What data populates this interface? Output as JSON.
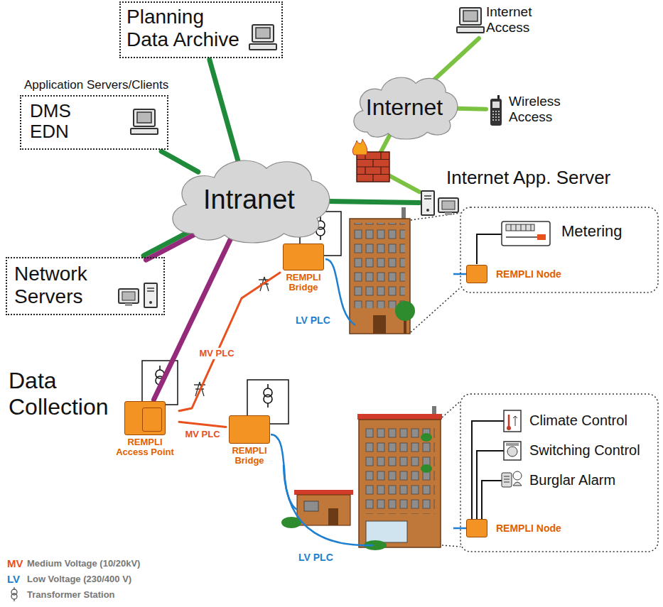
{
  "diagram": {
    "nodes": [
      {
        "text": [
          "Planning Data Archive"
        ]
      },
      {
        "text": [
          "Application Servers/Clients",
          "DMS EDN"
        ]
      },
      {
        "text": [
          "Intranet"
        ]
      },
      {
        "text": [
          "Internet"
        ]
      },
      {
        "text": [
          "Network Servers"
        ]
      },
      {
        "text": [
          "Internet Access"
        ]
      },
      {
        "text": [
          "Wireless Access"
        ]
      },
      {
        "text": [
          "Internet App. Server"
        ]
      },
      {
        "text": [
          "REMPLI Access Point"
        ]
      },
      {
        "text": [
          "REMPLI Bridge"
        ]
      },
      {
        "text": [
          "REMPLI Bridge"
        ]
      },
      {
        "text": [
          "REMPLI Node"
        ]
      },
      {
        "text": [
          "REMPLI Node"
        ]
      }
    ],
    "edges": [
      {
        "from": 0,
        "to": 2,
        "arrow": "none"
      },
      {
        "from": 1,
        "to": 2,
        "arrow": "none"
      },
      {
        "from": 4,
        "to": 2,
        "arrow": "none"
      },
      {
        "from": 2,
        "to": 7,
        "arrow": "none"
      },
      {
        "from": 7,
        "to": 3,
        "arrow": "none"
      },
      {
        "from": 3,
        "to": 5,
        "arrow": "none"
      },
      {
        "from": 3,
        "to": 6,
        "arrow": "none"
      },
      {
        "from": 2,
        "to": 8,
        "arrow": "none"
      },
      {
        "from": 8,
        "to": 9,
        "label": "MV PLC",
        "arrow": "none"
      },
      {
        "from": 8,
        "to": 10,
        "label": "MV PLC",
        "arrow": "none"
      }
    ],
    "labels": [
      "Data Collection",
      "Metering",
      "Climate Control",
      "Switching Control",
      "Burglar Alarm",
      "LV PLC",
      "LV PLC",
      "MV",
      "LV"
    ],
    "legend": [
      {
        "text": "Medium Voltage (10/20kV)",
        "color": "#e8501e"
      },
      {
        "text": "Low Voltage (230/400 V)",
        "color": "#1e7fd0"
      },
      {
        "text": "Transformer Station"
      }
    ]
  }
}
